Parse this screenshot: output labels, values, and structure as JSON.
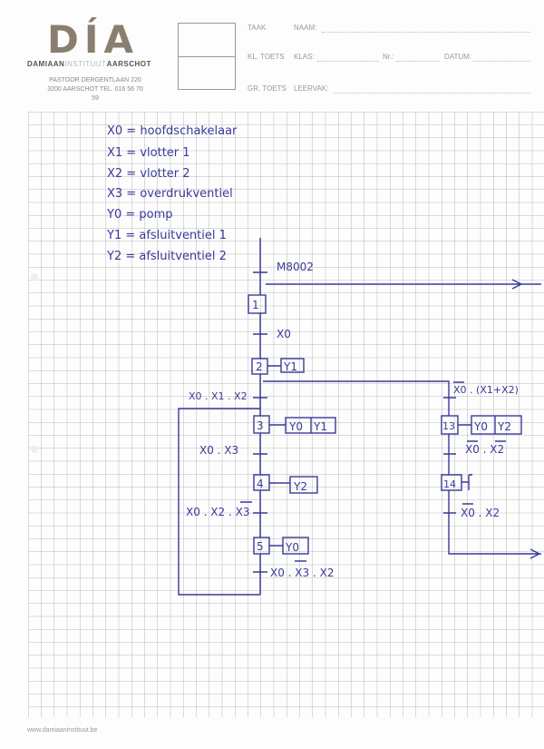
{
  "header": {
    "logo_text": "DÍA",
    "school_name": {
      "part1": "DAMIAAN",
      "part2": "INSTITUUT",
      "part3": "AARSCHOT"
    },
    "address_line1": "PASTOOR DERGENTLAAN 220",
    "address_line2": "3200 AARSCHOT   TEL. 016 56 70 59",
    "row_labels": [
      "TAAK",
      "KL. TOETS",
      "GR. TOETS"
    ],
    "fields": {
      "naam": "NAAM:",
      "klas": "KLAS:",
      "nr": "Nr.:",
      "datum": "DATUM:",
      "leervak": "LEERVAK:"
    }
  },
  "legend": [
    "X0 = hoofdschakelaar",
    "X1 = vlotter 1",
    "X2 = vlotter 2",
    "X3 = overdrukventiel",
    "Y0 = pomp",
    "Y1 = afsluitventiel 1",
    "Y2 = afsluitventiel 2"
  ],
  "grafcet": {
    "init_condition": "M8002",
    "steps": [
      "1",
      "2",
      "3",
      "4",
      "5",
      "13",
      "14"
    ],
    "actions": {
      "step2": "Y1",
      "step3": [
        "Y0",
        "Y1"
      ],
      "step4": "Y2",
      "step5": "Y0",
      "step13": [
        "Y0",
        "Y2"
      ]
    },
    "transitions": {
      "t1_2": "X0",
      "t2_3": "X0 . X1 . X2",
      "t2_13": "X0 . (X1+X2)",
      "t3_4": "X0 . X3",
      "t4_5": "X0 . X2 . X3",
      "t5": "X0 . X3 . X2",
      "t13_14": "X0 . X2",
      "t14": "X0 . X2"
    }
  },
  "footer": "www.damiaaninstituut.be",
  "colors": {
    "ink": "#3a3a9a",
    "grid": "#9a9a9a",
    "logo": "#8a7f6e"
  }
}
